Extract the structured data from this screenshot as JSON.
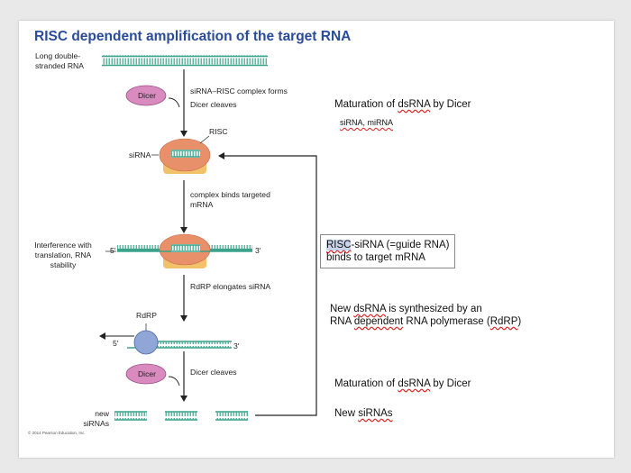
{
  "title": "RISC dependent amplification of the target RNA",
  "labels": {
    "long_dsrna": "Long double-stranded RNA",
    "dicer_top": "Dicer",
    "step1": "siRNA–RISC complex forms",
    "step1b": "Dicer cleaves",
    "risc": "RISC",
    "sirna": "siRNA",
    "step2": "complex binds targeted mRNA",
    "five_prime": "5′",
    "three_prime": "3′",
    "interference": "Interference with translation, RNA stability",
    "step3": "RdRP elongates siRNA",
    "rdrp": "RdRP",
    "five_prime_2": "5′",
    "three_prime_2": "3′",
    "dicer_bottom": "Dicer",
    "step4": "Dicer cleaves",
    "new_sirnas": "new siRNAs",
    "copyright": "© 2014 Pearson Education, Inc."
  },
  "notes": {
    "maturation1_pre": "Maturation of ",
    "maturation1_word": "dsRNA",
    "maturation1_post": " by Dicer",
    "sirna_mirna": "siRNA, miRNA",
    "risc_box_hl": "RISC",
    "risc_box_rest": "-siRNA (=guide RNA)",
    "risc_box_line2": "binds to target mRNA",
    "new_dsrna_pre": "New ",
    "new_dsrna_word": "dsRNA",
    "new_dsrna_post": " is synthesized by an",
    "rdrp_line_pre": "RNA ",
    "rdrp_line_word": "dependent",
    "rdrp_line_mid": " RNA polymerase (",
    "rdrp_line_abbr": "RdRP",
    "rdrp_line_post": ")",
    "maturation2_pre": "Maturation of ",
    "maturation2_word": "dsRNA",
    "maturation2_post": " by Dicer",
    "new_pre": "New ",
    "new_word": "siRNAs"
  },
  "colors": {
    "title": "#2a4c9a",
    "rna": "#3aa38c",
    "dicer": "#d98bc0",
    "risc_top": "#e8906a",
    "risc_bottom": "#f2c26a",
    "rdrp": "#8fa6d6",
    "arrow": "#222222"
  }
}
